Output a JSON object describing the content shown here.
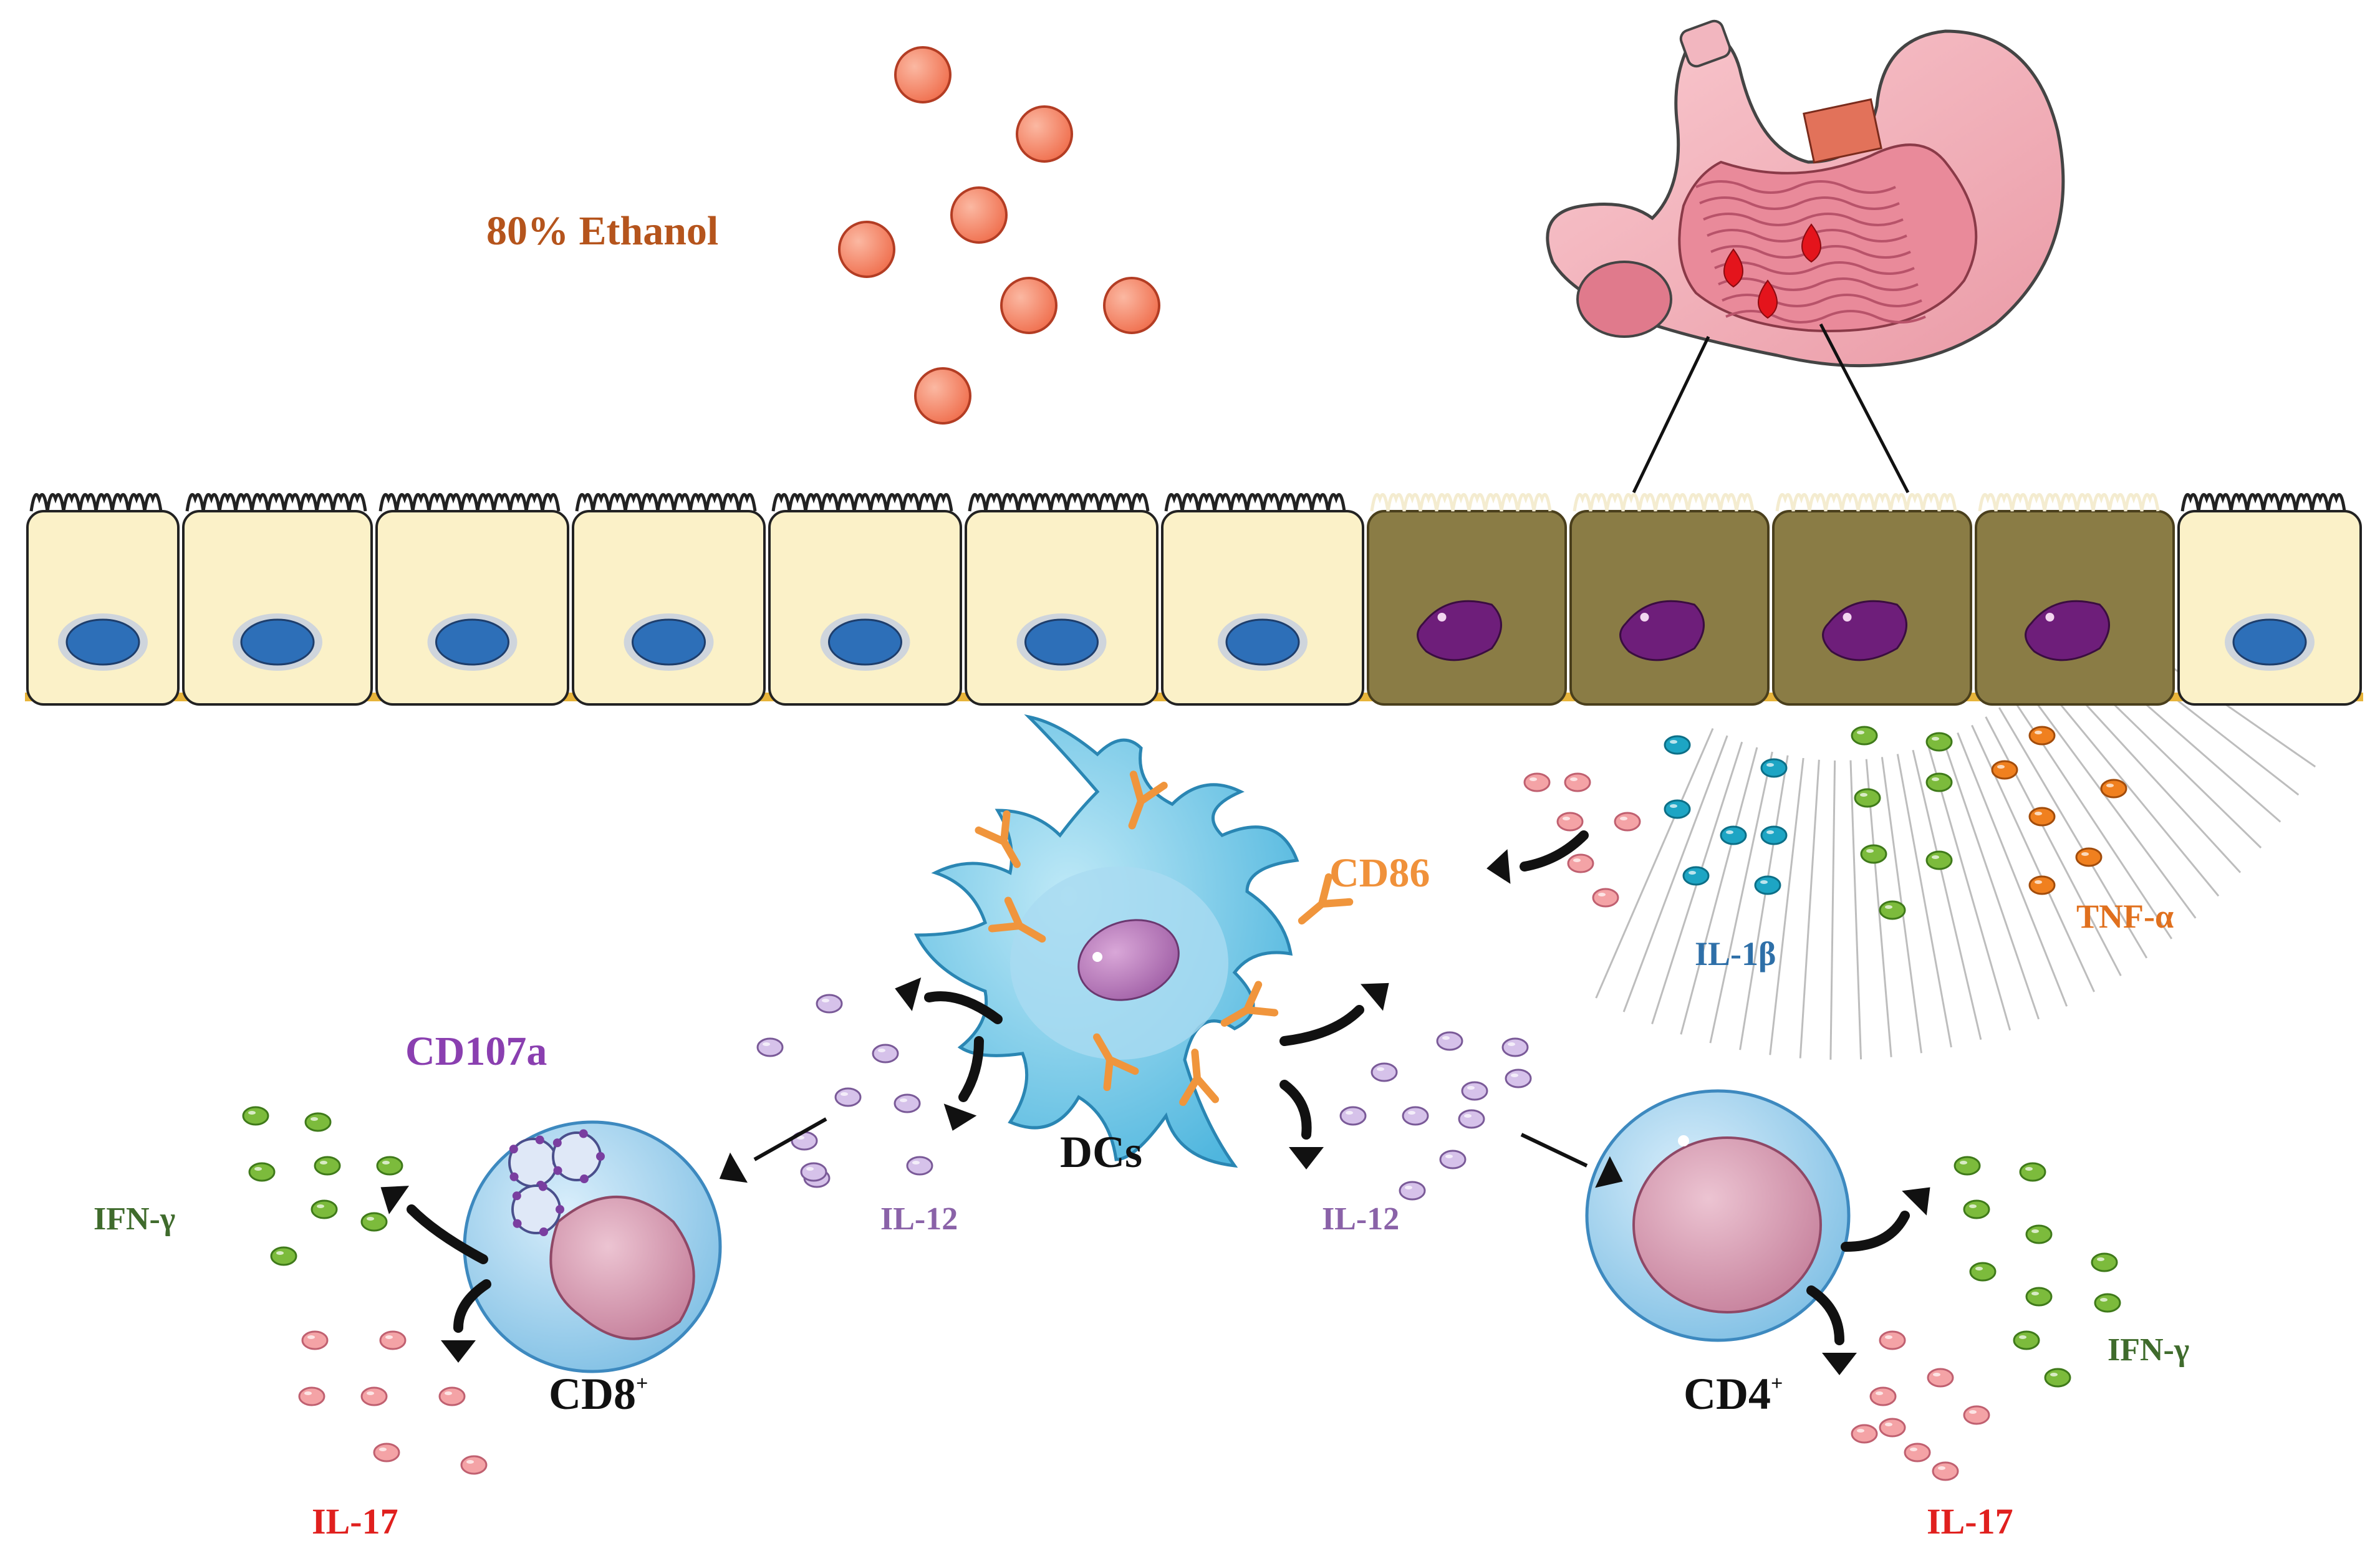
{
  "labels": {
    "ethanol": "80% Ethanol",
    "cd86": "CD86",
    "il1b": "IL-1β",
    "tnfa": "TNF-α",
    "cd107a": "CD107a",
    "dcs": "DCs",
    "il12_left": "IL-12",
    "il12_right": "IL-12",
    "ifng_left": "IFN-γ",
    "ifng_right": "IFN-γ",
    "cd8": "CD8",
    "cd8_sup": "+",
    "cd4": "CD4",
    "cd4_sup": "+",
    "il17_left": "IL-17",
    "il17_right": "IL-17"
  },
  "colors": {
    "ethanol_text": "#b5541c",
    "cd86_text": "#f0913a",
    "il1b_text": "#2e6fa8",
    "tnfa_text": "#e0701e",
    "cd107a_text": "#8a3fb0",
    "il12_text": "#8a62a8",
    "ifng_text": "#3f6b2c",
    "il17_text": "#e0201e",
    "black_text": "#111111",
    "healthy_cell": "#fbf1c8",
    "damaged_cell": "#8a7c45",
    "healthy_nucleus": "#2d6fb8",
    "damaged_nucleus": "#6e1e7a",
    "ethanol_drop": "#f7806a",
    "dc_body": "#6fc7e6",
    "receptor": "#f0953c",
    "tcell": "#a9d5ef",
    "tcell_nucleus": "#cf8fa8",
    "il17_dot": "#f4a3a6",
    "ifng_dot": "#7cbb3c",
    "il12_dot": "#d6c2ea",
    "il1b_dot": "#1da5c4",
    "tnfa_dot": "#f0801f"
  },
  "icons": [
    "ethanol-molecule-icon",
    "stomach-icon",
    "epithelial-cell-icon",
    "dendritic-cell-icon",
    "t-cell-icon",
    "curved-arrow-icon",
    "cytokine-dot-icon"
  ]
}
